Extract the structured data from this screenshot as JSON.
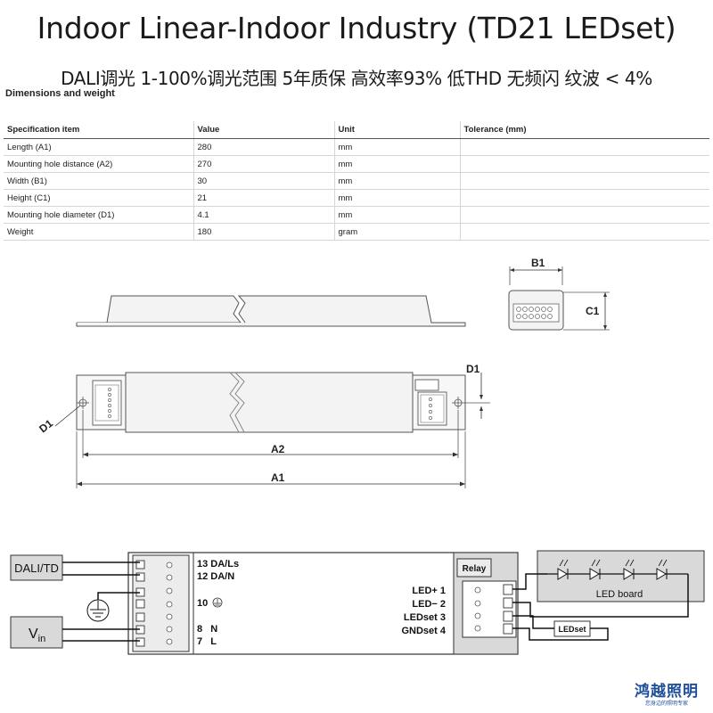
{
  "title": "Indoor Linear-Indoor Industry (TD21 LEDset)",
  "subtitle": "DALI调光 1-100%调光范围 5年质保 高效率93% 低THD 无频闪 纹波 < 4%",
  "section_heading": "Dimensions and weight",
  "table": {
    "headers": [
      "Specification item",
      "Value",
      "Unit",
      "Tolerance (mm)"
    ],
    "rows": [
      {
        "item": "Length (A1)",
        "value": "280",
        "unit": "mm",
        "tolerance": ""
      },
      {
        "item": "Mounting hole distance (A2)",
        "value": "270",
        "unit": "mm",
        "tolerance": ""
      },
      {
        "item": "Width (B1)",
        "value": "30",
        "unit": "mm",
        "tolerance": ""
      },
      {
        "item": "Height (C1)",
        "value": "21",
        "unit": "mm",
        "tolerance": ""
      },
      {
        "item": "Mounting hole diameter (D1)",
        "value": "4.1",
        "unit": "mm",
        "tolerance": ""
      },
      {
        "item": "Weight",
        "value": "180",
        "unit": "gram",
        "tolerance": ""
      }
    ]
  },
  "drawing": {
    "b1": "B1",
    "c1": "C1",
    "d1_top": "D1",
    "d1_left": "D1",
    "a2": "A2",
    "a1": "A1"
  },
  "wiring": {
    "dali_label": "DALI/TD",
    "vin_label": "V",
    "vin_sub": "in",
    "t13": "13 DA/Ls",
    "t12": "12 DA/N",
    "t10": "10",
    "t8": "8   N",
    "t7": "7   L",
    "led_plus": "LED+ 1",
    "led_minus": "LED− 2",
    "ledset": "LEDset 3",
    "gndset": "GNDset 4",
    "relay": "Relay",
    "led_board": "LED board",
    "ledset_box": "LEDset"
  },
  "logo": {
    "main": "鸿越照明",
    "sub": "您身边的照明专家"
  },
  "colors": {
    "title_text": "#1a1a1a",
    "logo_blue": "#1e4f9a",
    "panel_gray": "#d9d9d9"
  }
}
